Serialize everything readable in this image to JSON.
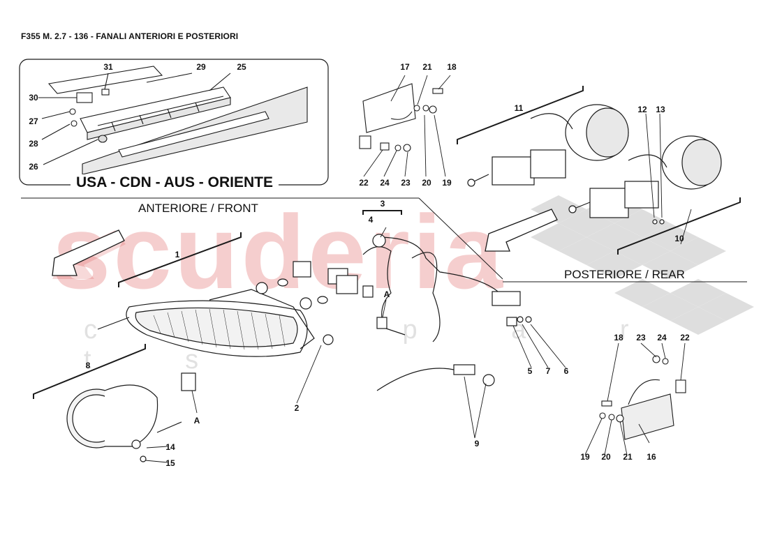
{
  "header": "F355 M. 2.7 - 136 - FANALI ANTERIORI E POSTERIORI",
  "inset_title": "USA - CDN - AUS - ORIENTE",
  "regions": {
    "front": "ANTERIORE / FRONT",
    "rear": "POSTERIORE / REAR"
  },
  "watermark": {
    "main": "scuderia",
    "sub": "c a r p a r t s"
  },
  "callouts": {
    "c1": "1",
    "c2": "2",
    "c3": "3",
    "c4": "4",
    "c5": "5",
    "c6": "6",
    "c7": "7",
    "c8": "8",
    "c9": "9",
    "c10": "10",
    "c11": "11",
    "c12": "12",
    "c13": "13",
    "c14": "14",
    "c15": "15",
    "c16": "16",
    "c17": "17",
    "c18a": "18",
    "c18b": "18",
    "c19a": "19",
    "c19b": "19",
    "c20a": "20",
    "c20b": "20",
    "c21a": "21",
    "c21b": "21",
    "c22a": "22",
    "c22b": "22",
    "c23a": "23",
    "c23b": "23",
    "c24a": "24",
    "c24b": "24",
    "c25": "25",
    "c26": "26",
    "c27": "27",
    "c28": "28",
    "c29": "29",
    "c30": "30",
    "c31": "31",
    "cAa": "A",
    "cAb": "A"
  },
  "colors": {
    "line": "#1a1a1a",
    "watermark_red": "#dc5050",
    "checker": "#cfcfcf"
  }
}
